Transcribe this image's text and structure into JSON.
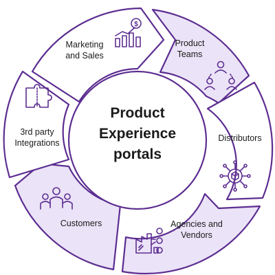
{
  "center": {
    "title": "Product\nExperience\nportals"
  },
  "segments": {
    "marketing": {
      "label": "Marketing\nand Sales",
      "icon": "chart-dollar-icon"
    },
    "product_teams": {
      "label": "Product\nTeams",
      "icon": "team-network-icon"
    },
    "distributors": {
      "label": "Distributors",
      "icon": "distribution-hub-icon"
    },
    "agencies": {
      "label": "Agencies and\nVendors",
      "icon": "vendor-factory-icon"
    },
    "customers": {
      "label": "Customers",
      "icon": "people-group-icon"
    },
    "integrations": {
      "label": "3rd party\nIntegrations",
      "icon": "puzzle-icon"
    }
  },
  "colors": {
    "accent": "#5c2d91",
    "highlight_fill": "#ebe3f7",
    "background": "#ffffff"
  }
}
